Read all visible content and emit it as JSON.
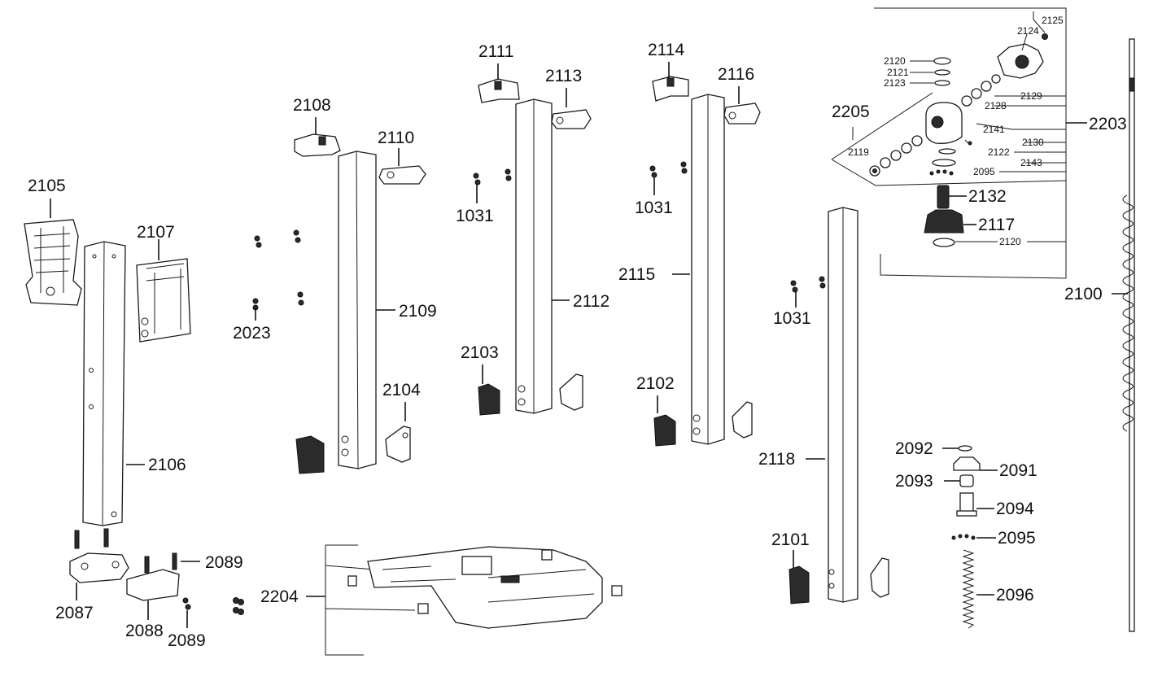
{
  "labels": {
    "l2105": "2105",
    "l2107": "2107",
    "l2106": "2106",
    "l2108": "2108",
    "l2110": "2110",
    "l2109": "2109",
    "l2023": "2023",
    "l2104": "2104",
    "l2111": "2111",
    "l2113": "2113",
    "l1031a": "1031",
    "l2112": "2112",
    "l2103": "2103",
    "l2114": "2114",
    "l2116": "2116",
    "l1031b": "1031",
    "l2115": "2115",
    "l2102": "2102",
    "l1031c": "1031",
    "l2118": "2118",
    "l2101": "2101",
    "l2087": "2087",
    "l2088": "2088",
    "l2089a": "2089",
    "l2089b": "2089",
    "l2204": "2204",
    "l2092": "2092",
    "l2091": "2091",
    "l2093": "2093",
    "l2094": "2094",
    "l2095b": "2095",
    "l2096": "2096",
    "l2205": "2205",
    "l2203": "2203",
    "l2100": "2100",
    "l2132": "2132",
    "l2117": "2117",
    "s2125": "2125",
    "s2124": "2124",
    "s2120a": "2120",
    "s2121": "2121",
    "s2123": "2123",
    "s2129": "2129",
    "s2128": "2128",
    "s2141": "2141",
    "s2130": "2130",
    "s2119": "2119",
    "s2122": "2122",
    "s2143": "2143",
    "s2095": "2095",
    "s2120b": "2120"
  }
}
